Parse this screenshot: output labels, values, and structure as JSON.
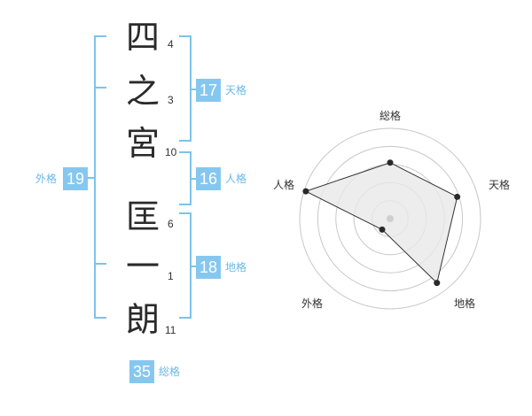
{
  "name": {
    "characters": [
      {
        "char": "四",
        "strokes": "4"
      },
      {
        "char": "之",
        "strokes": "3"
      },
      {
        "char": "宮",
        "strokes": "10"
      },
      {
        "char": "匡",
        "strokes": "6"
      },
      {
        "char": "一",
        "strokes": "1"
      },
      {
        "char": "朗",
        "strokes": "11"
      }
    ]
  },
  "kakusu": {
    "tenkaku": {
      "value": "17",
      "label": "天格"
    },
    "jinkaku": {
      "value": "16",
      "label": "人格"
    },
    "chikaku": {
      "value": "18",
      "label": "地格"
    },
    "gaikaku": {
      "value": "19",
      "label": "外格"
    },
    "soukaku": {
      "value": "35",
      "label": "総格"
    }
  },
  "radar": {
    "axes": [
      "総格",
      "天格",
      "地格",
      "外格",
      "人格"
    ],
    "values": [
      0.62,
      0.78,
      0.88,
      0.15,
      0.98
    ],
    "max": 1.0,
    "rings": 5
  },
  "colors": {
    "accent": "#86c7f0",
    "bracket": "#7cc3ec",
    "accent_text": "#6bb8e6",
    "radar_fill": "#e9e9e9",
    "radar_ring": "#c8c8c8",
    "radar_line": "#333333"
  }
}
